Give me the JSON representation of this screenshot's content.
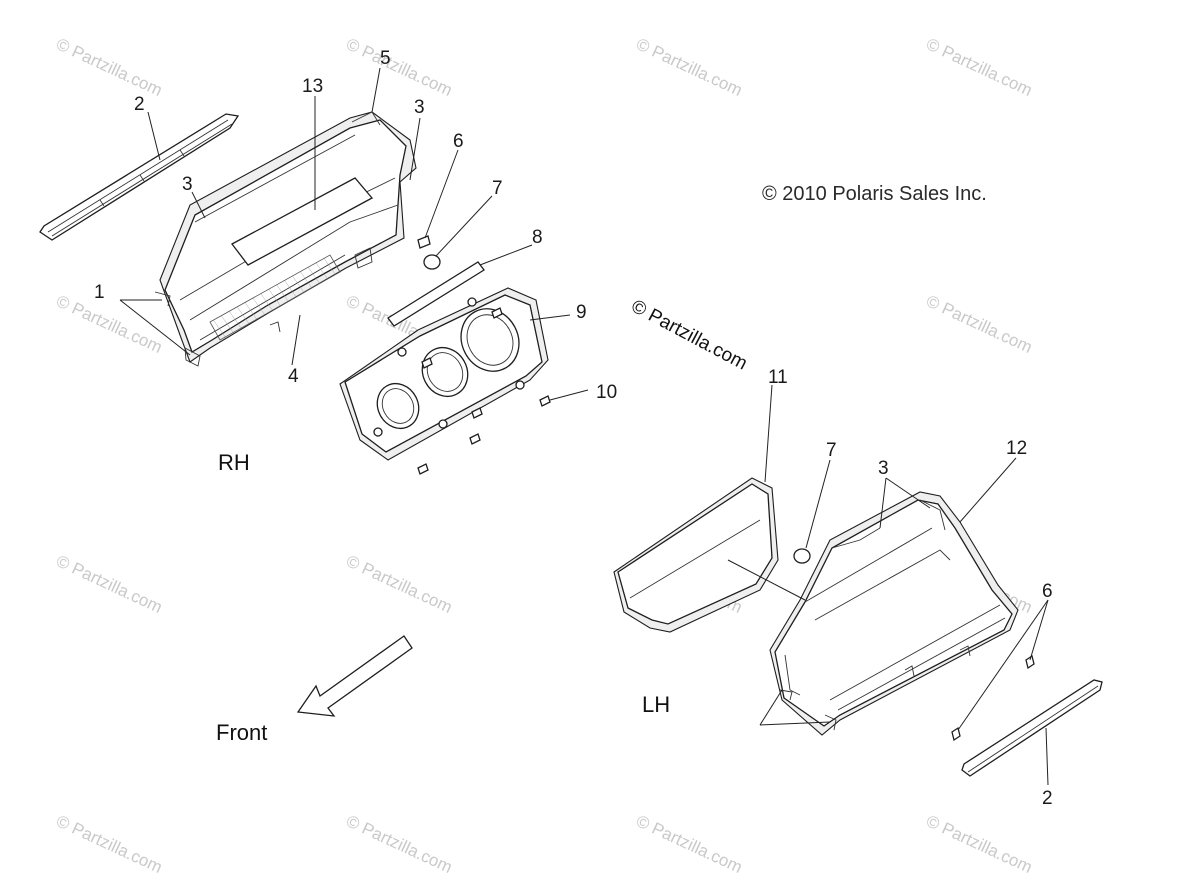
{
  "copyright": "© 2010 Polaris Sales Inc.",
  "brand_mark": "© Partzilla.com",
  "watermark": "© Partzilla.com",
  "labels": {
    "rh": "RH",
    "lh": "LH",
    "front": "Front"
  },
  "callouts": {
    "c1": "1",
    "c2a": "2",
    "c3a": "3",
    "c13": "13",
    "c5": "5",
    "c3b": "3",
    "c6a": "6",
    "c7a": "7",
    "c8": "8",
    "c9": "9",
    "c10": "10",
    "c4": "4",
    "c11": "11",
    "c7b": "7",
    "c3c": "3",
    "c12": "12",
    "c6b": "6",
    "c2b": "2"
  }
}
